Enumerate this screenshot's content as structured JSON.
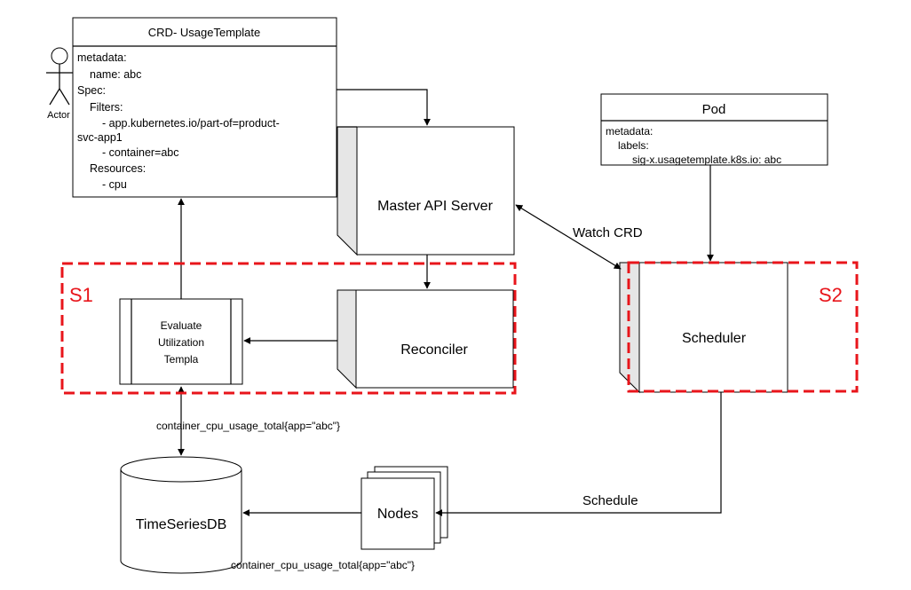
{
  "colors": {
    "boundary": "#e8151b",
    "stroke": "#000000",
    "cube_side": "#e6e6e6"
  },
  "actor": {
    "label": "Actor"
  },
  "crd": {
    "title": "CRD- UsageTemplate",
    "lines": [
      "metadata:",
      "name: abc",
      "Spec:",
      "Filters:",
      "- app.kubernetes.io/part-of=product-",
      "svc-app1",
      "- container=abc",
      "Resources:",
      "- cpu"
    ]
  },
  "pod": {
    "title": "Pod",
    "lines": [
      "metadata:",
      "labels:",
      "sig-x.usagetemplate.k8s.io: abc"
    ]
  },
  "master_api": {
    "label": "Master API Server"
  },
  "reconciler": {
    "label": "Reconciler"
  },
  "scheduler": {
    "label": "Scheduler"
  },
  "evaluate": {
    "lines": [
      "Evaluate",
      "Utilization",
      "Templa"
    ]
  },
  "timeseries": {
    "label": "TimeSeriesDB"
  },
  "nodes": {
    "label": "Nodes"
  },
  "boundaries": {
    "s1": "S1",
    "s2": "S2"
  },
  "edge_labels": {
    "watch_crd": "Watch CRD",
    "schedule": "Schedule",
    "query_eval_db": "container_cpu_usage_total{app=\"abc\"}",
    "query_nodes_db": "container_cpu_usage_total{app=\"abc\"}"
  }
}
